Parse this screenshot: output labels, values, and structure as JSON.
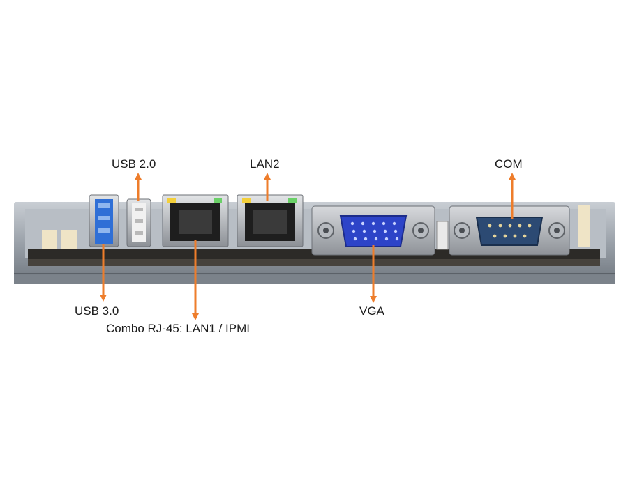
{
  "labels": {
    "usb20": "USB 2.0",
    "lan2": "LAN2",
    "com": "COM",
    "usb30": "USB 3.0",
    "combo": "Combo RJ-45: LAN1 / IPMI",
    "vga": "VGA"
  },
  "colors": {
    "arrow": "#ee7d2b",
    "usb3_blue": "#2f6fd6",
    "vga_blue": "#2d44c8",
    "com_blue": "#2c4a73",
    "chassis": "#8d949d",
    "pcb": "#2c2a27"
  },
  "icons": {
    "arrow": "arrow-icon"
  }
}
